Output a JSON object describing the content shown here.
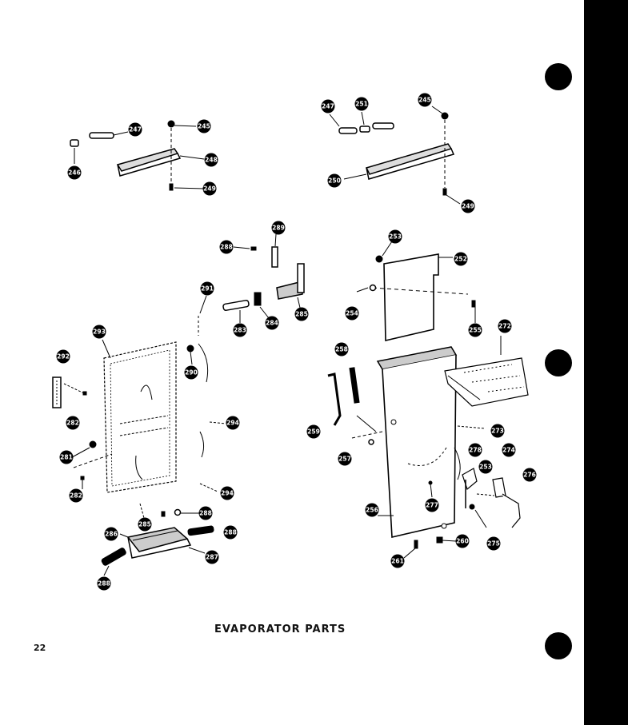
{
  "title": "EVAPORATOR PARTS",
  "page_number": "22",
  "callouts": {
    "c247a": "247",
    "c245a": "245",
    "c246": "246",
    "c248a": "248",
    "c249a": "249",
    "c247b": "247",
    "c251": "251",
    "c245b": "245",
    "c250": "250",
    "c249b": "249",
    "c288a": "288",
    "c289": "289",
    "c291": "291",
    "c283a": "283",
    "c284a": "284",
    "c285a": "285",
    "c253a": "253",
    "c252": "252",
    "c254": "254",
    "c255a": "255",
    "c272": "272",
    "c293": "293",
    "c292": "292",
    "c290": "290",
    "c282a": "282",
    "c294a": "294",
    "c281": "281",
    "c282b": "282",
    "c294b": "294",
    "c285b": "285",
    "c288b": "288",
    "c286": "286",
    "c288c": "288",
    "c287": "287",
    "c288d": "288",
    "c258": "258",
    "c259": "259",
    "c257": "257",
    "c273": "273",
    "c278": "278",
    "c274": "274",
    "c253b": "253",
    "c276": "276",
    "c277": "277",
    "c256": "256",
    "c275": "275",
    "c260": "260",
    "c261": "261"
  }
}
